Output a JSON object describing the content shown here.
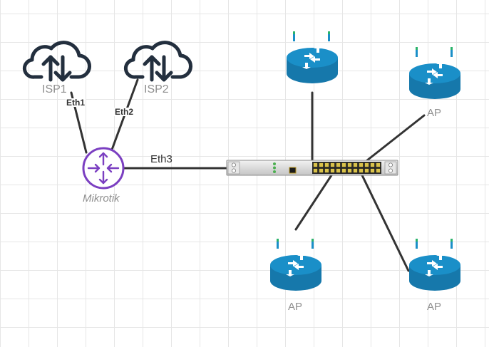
{
  "nodes": {
    "isp1": {
      "label": "ISP1",
      "icon": "cloud-updown-icon"
    },
    "isp2": {
      "label": "ISP2",
      "icon": "cloud-updown-icon"
    },
    "mikrotik": {
      "label": "Mikrotik",
      "icon": "router-circle-icon"
    },
    "switch": {
      "icon": "rack-switch-icon"
    },
    "ap_top_left": {
      "label": "",
      "icon": "wireless-router-icon"
    },
    "ap_top_right": {
      "label": "AP",
      "icon": "wireless-router-icon"
    },
    "ap_bottom_left": {
      "label": "AP",
      "icon": "wireless-router-icon"
    },
    "ap_bottom_right": {
      "label": "AP",
      "icon": "wireless-router-icon"
    }
  },
  "links": {
    "isp1_mikrotik": "Eth1",
    "isp2_mikrotik": "Eth2",
    "mikrotik_switch": "Eth3"
  },
  "colors": {
    "cloud_stroke": "#232f3e",
    "router_accent": "#7b3fc1",
    "ap_fill": "#1a8fc8",
    "link_stroke": "#333333",
    "label_grey": "#8f8f8f"
  }
}
